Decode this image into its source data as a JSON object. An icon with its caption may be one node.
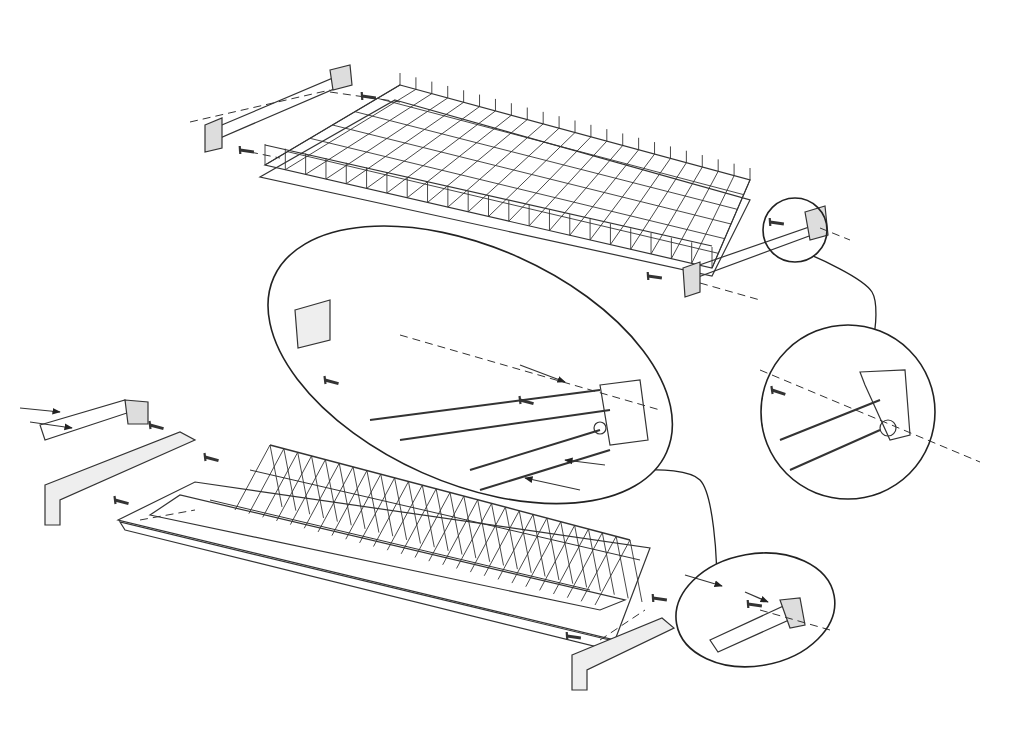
{
  "diagram": {
    "nodes": [
      {
        "text": [],
        "shape": "circle"
      },
      {
        "text": [],
        "shape": "circle"
      },
      {
        "text": [],
        "shape": "circle"
      },
      {
        "text": [],
        "shape": "circle"
      }
    ],
    "edges": [
      {
        "from": 0,
        "to": 1,
        "arrow": "none"
      },
      {
        "from": 3,
        "to": 2,
        "arrow": "none"
      }
    ]
  }
}
